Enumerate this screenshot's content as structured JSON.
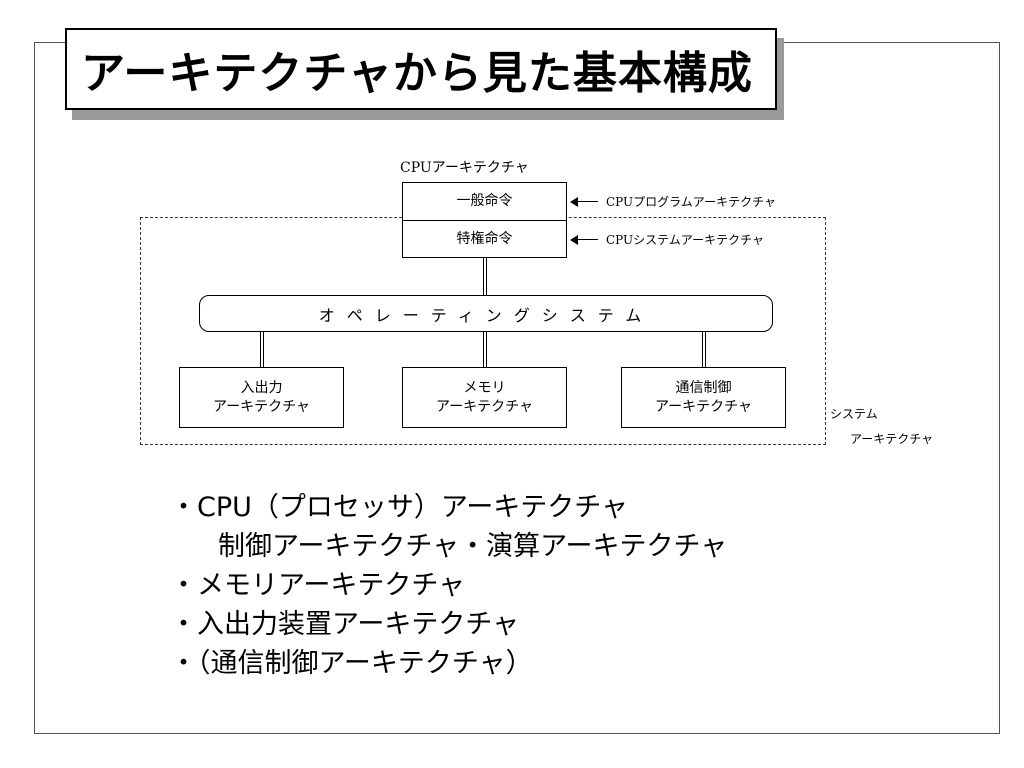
{
  "slide": {
    "title": "アーキテクチャから見た基本構成"
  },
  "diagram": {
    "cpu_label": "CPUアーキテクチャ",
    "general_instructions": "一般命令",
    "privileged_instructions": "特権命令",
    "program_arch_label": "CPUプログラムアーキテクチャ",
    "system_arch_label_cpu": "CPUシステムアーキテクチャ",
    "os_label": "オペレーティングシステム",
    "io_arch": {
      "line1": "入出力",
      "line2": "アーキテクチャ"
    },
    "memory_arch": {
      "line1": "メモリ",
      "line2": "アーキテクチャ"
    },
    "comm_arch": {
      "line1": "通信制御",
      "line2": "アーキテクチャ"
    },
    "system_arch": {
      "line1": "システム",
      "line2": "アーキテクチャ"
    }
  },
  "bullets": [
    "・CPU（プロセッサ）アーキテクチャ",
    "制御アーキテクチャ・演算アーキテクチャ",
    "・メモリアーキテクチャ",
    "・入出力装置アーキテクチャ",
    "・（通信制御アーキテクチャ）"
  ]
}
